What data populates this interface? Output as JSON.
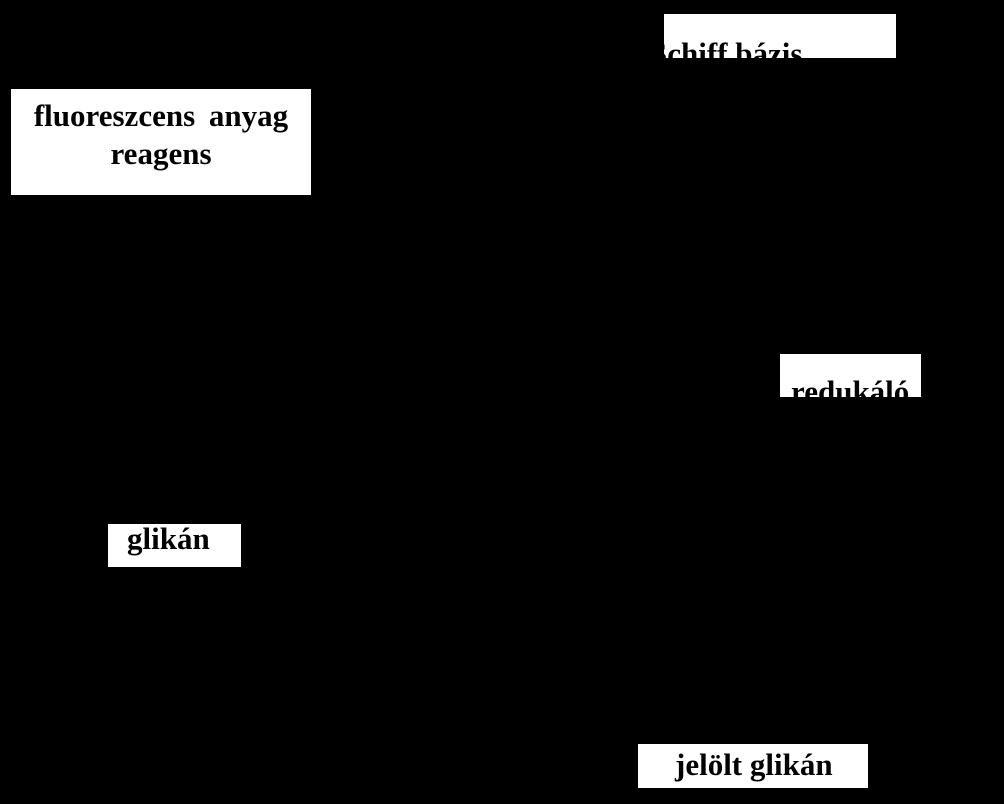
{
  "labels": {
    "fluorescent_reagent": {
      "line1": "fluoreszcens anyag",
      "line2": "reagens"
    },
    "schiff_base": "Schiff bázis",
    "reducing_agent": "redukáló",
    "glycan": "glikán",
    "labeled_glycan": "jelölt glikán"
  }
}
